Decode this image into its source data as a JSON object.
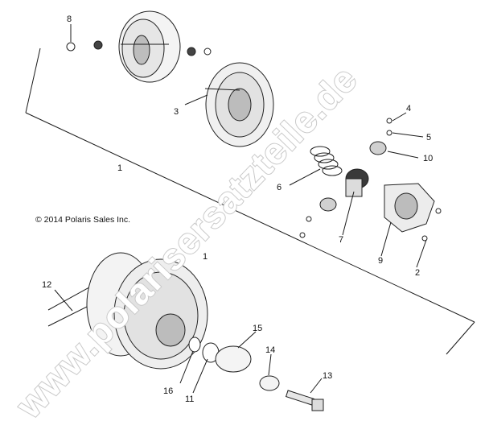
{
  "copyright": "© 2014 Polaris Sales Inc.",
  "watermark": "www.polarisersatzteile.de",
  "callouts": [
    "1",
    "1",
    "2",
    "3",
    "4",
    "5",
    "6",
    "7",
    "8",
    "9",
    "10",
    "11",
    "12",
    "13",
    "14",
    "15",
    "16"
  ],
  "colors": {
    "line": "#1a1a1a",
    "part_fill": "#f2f2f2",
    "part_shade": "#9a9a9a",
    "watermark_stroke": "#c9c9c9"
  }
}
